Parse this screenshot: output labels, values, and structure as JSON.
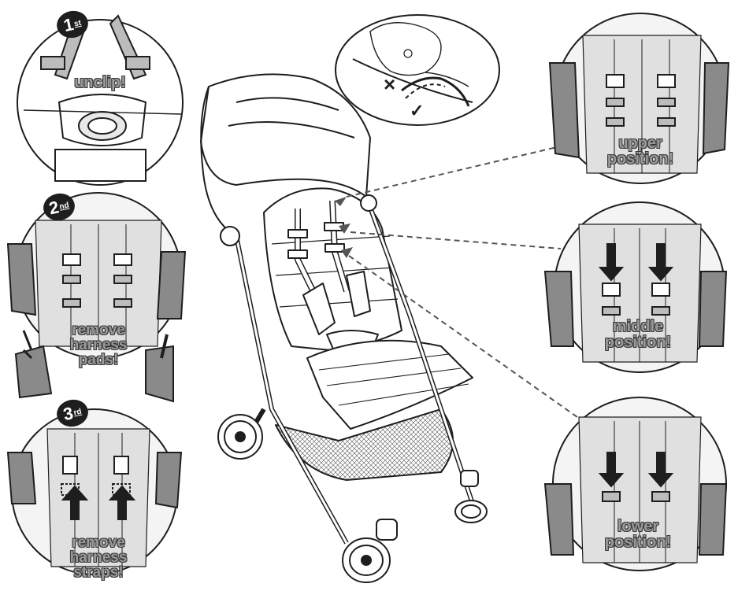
{
  "steps": [
    {
      "num": "1",
      "suffix": "st",
      "label": "unclip!"
    },
    {
      "num": "2",
      "suffix": "nd",
      "label_lines": [
        "remove",
        "harness",
        "pads!"
      ]
    },
    {
      "num": "3",
      "suffix": "rd",
      "label_lines": [
        "remove",
        "harness",
        "straps!"
      ]
    }
  ],
  "positions": [
    {
      "lines": [
        "upper",
        "position!"
      ]
    },
    {
      "lines": [
        "middle",
        "position!"
      ]
    },
    {
      "lines": [
        "lower",
        "position!"
      ]
    }
  ],
  "check_marks": {
    "wrong": "×",
    "right": "✓"
  },
  "colors": {
    "line": "#1e1e1e",
    "pad_gray": "#8a8a8a",
    "strap_gray": "#a8a8a8",
    "label_fill": "#9a9a9a"
  }
}
